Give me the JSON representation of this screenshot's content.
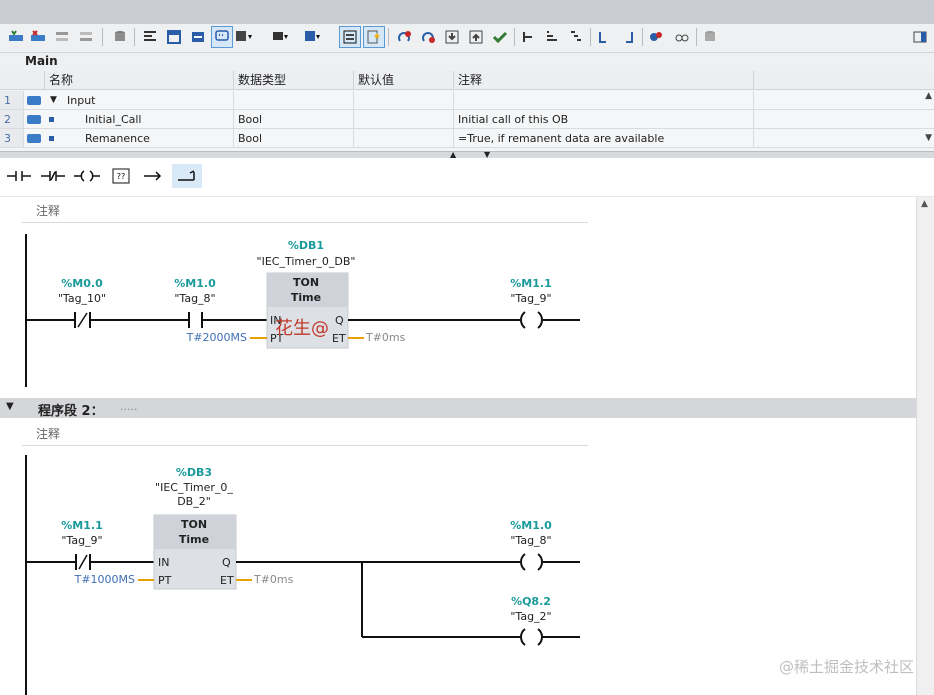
{
  "block": {
    "name": "Main"
  },
  "interface": {
    "headers": [
      "名称",
      "数据类型",
      "默认值",
      "注释"
    ],
    "rows": [
      {
        "no": "1",
        "name": "Input",
        "type": "",
        "default": "",
        "comment": ""
      },
      {
        "no": "2",
        "name": "Initial_Call",
        "type": "Bool",
        "default": "",
        "comment": "Initial call of this OB"
      },
      {
        "no": "3",
        "name": "Remanence",
        "type": "Bool",
        "default": "",
        "comment": "=True, if remanent data are available"
      }
    ]
  },
  "ladder_toolbar": {
    "box_label": "??"
  },
  "network1": {
    "comment": "注释",
    "contact1": {
      "addr": "%M0.0",
      "tag": "\"Tag_10\""
    },
    "contact2": {
      "addr": "%M1.0",
      "tag": "\"Tag_8\""
    },
    "timer": {
      "db": "%DB1",
      "dbname": "\"IEC_Timer_0_DB\"",
      "type": "TON",
      "subtype": "Time",
      "in": "IN",
      "q": "Q",
      "pt": "PT",
      "et": "ET",
      "pt_val": "T#2000MS",
      "et_val": "T#0ms"
    },
    "coil": {
      "addr": "%M1.1",
      "tag": "\"Tag_9\"",
      "symbol": "( )"
    },
    "overlay_text": "花生@"
  },
  "network2": {
    "title": "程序段 2：",
    "title_comment": ".....",
    "comment": "注释",
    "contact1": {
      "addr": "%M1.1",
      "tag": "\"Tag_9\""
    },
    "timer": {
      "db": "%DB3",
      "dbname1": "\"IEC_Timer_0_",
      "dbname2": "DB_2\"",
      "type": "TON",
      "subtype": "Time",
      "in": "IN",
      "q": "Q",
      "pt": "PT",
      "et": "ET",
      "pt_val": "T#1000MS",
      "et_val": "T#0ms"
    },
    "coil1": {
      "addr": "%M1.0",
      "tag": "\"Tag_8\"",
      "symbol": "( )"
    },
    "coil2": {
      "addr": "%Q8.2",
      "tag": "\"Tag_2\"",
      "symbol": "( )"
    }
  },
  "watermark": "@稀土掘金技术社区",
  "colors": {
    "address": "#1a9a9a",
    "parameter": "#3f6fb5",
    "rung": "#111111",
    "box": "#dde1e6",
    "toolbar": "#eef0f2"
  }
}
